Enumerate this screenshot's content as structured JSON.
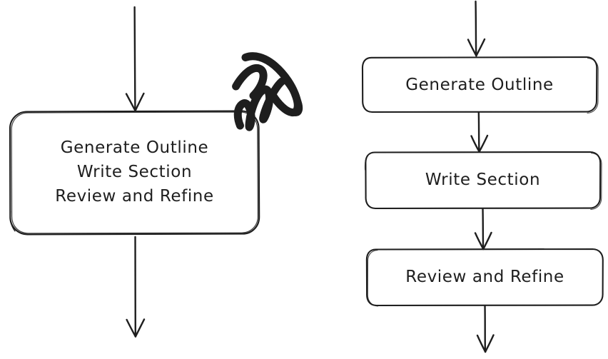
{
  "diagram": {
    "title": "",
    "background_color": "#ffffff",
    "stroke_color": "#1e1e1e",
    "style": "hand-drawn sketch",
    "panels": [
      {
        "id": "left-panel",
        "name": "merged-single-node-flow",
        "nodes": [
          {
            "id": "merged-node",
            "name": "merged-steps-node",
            "shape": "rounded-rectangle",
            "lines": [
              "Generate Outline",
              "Write Section",
              "Review and Refine"
            ],
            "text": "Generate Outline\nWrite Section\nReview and Refine"
          }
        ],
        "annotations": [
          {
            "id": "scribble",
            "name": "scribble-annotation",
            "type": "scribble",
            "label": ""
          }
        ],
        "arrows": [
          {
            "id": "in-arrow",
            "name": "incoming-arrow",
            "from": "top-edge",
            "to": "merged-node"
          },
          {
            "id": "out-arrow",
            "name": "outgoing-arrow",
            "from": "merged-node",
            "to": "bottom-edge"
          }
        ]
      },
      {
        "id": "right-panel",
        "name": "three-node-flow",
        "nodes": [
          {
            "id": "node-generate-outline",
            "name": "node-generate-outline",
            "shape": "rounded-rectangle",
            "text": "Generate Outline"
          },
          {
            "id": "node-write-section",
            "name": "node-write-section",
            "shape": "rounded-rectangle",
            "text": "Write Section"
          },
          {
            "id": "node-review-and-refine",
            "name": "node-review-and-refine",
            "shape": "rounded-rectangle",
            "text": "Review and Refine"
          }
        ],
        "arrows": [
          {
            "id": "r-in-arrow",
            "name": "incoming-arrow",
            "from": "top-edge",
            "to": "node-generate-outline"
          },
          {
            "id": "r-arrow-1",
            "name": "arrow-outline-to-section",
            "from": "node-generate-outline",
            "to": "node-write-section"
          },
          {
            "id": "r-arrow-2",
            "name": "arrow-section-to-review",
            "from": "node-write-section",
            "to": "node-review-and-refine"
          },
          {
            "id": "r-out-arrow",
            "name": "outgoing-arrow",
            "from": "node-review-and-refine",
            "to": "bottom-edge"
          }
        ]
      }
    ]
  }
}
